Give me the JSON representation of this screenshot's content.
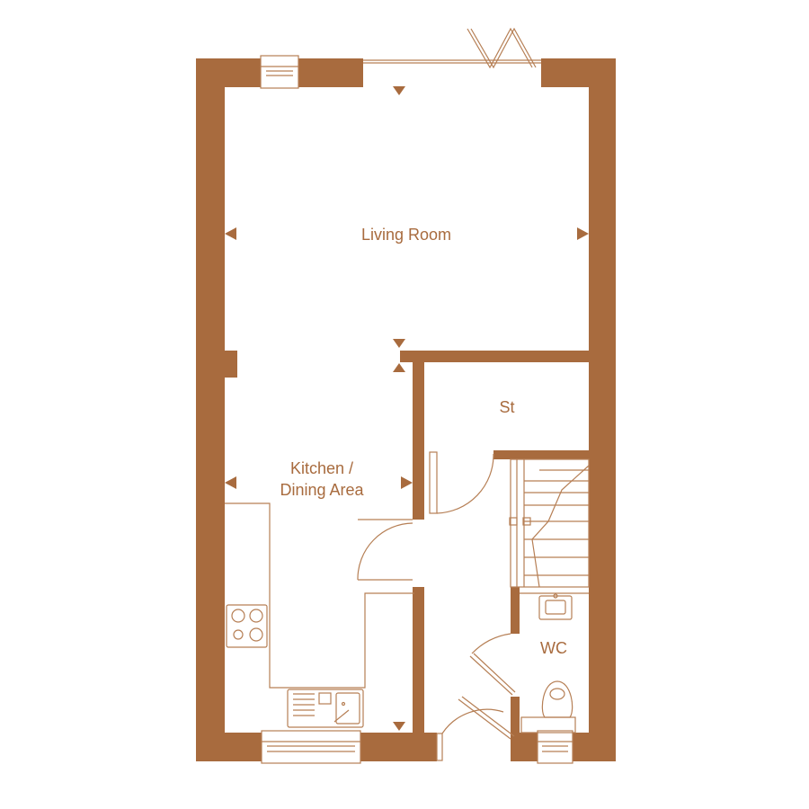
{
  "colors": {
    "wall": "#a86b3e",
    "line": "#b67f55",
    "background": "#ffffff"
  },
  "rooms": {
    "living_room": "Living Room",
    "kitchen_line1": "Kitchen /",
    "kitchen_line2": "Dining Area",
    "store": "St",
    "wc": "WC"
  }
}
